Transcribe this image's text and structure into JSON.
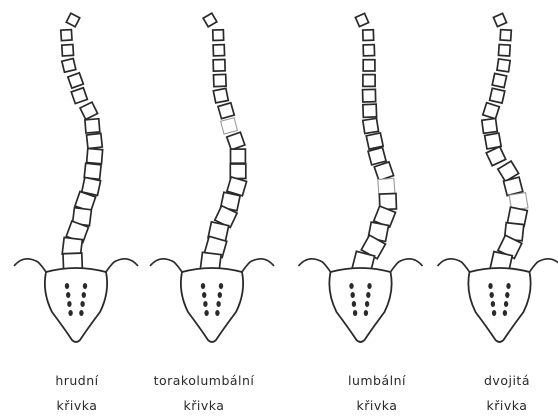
{
  "panels": [
    {
      "label_line1": "hrudní",
      "label_line2": "křivka"
    },
    {
      "label_line1": "torakolumbální",
      "label_line2": "křivka"
    },
    {
      "label_line1": "lumbální",
      "label_line2": "křivka"
    },
    {
      "label_line1": "dvojitá",
      "label_line2": "křivka"
    }
  ],
  "colors": {
    "ink": "#2a2a2a",
    "background": "#ffffff"
  }
}
